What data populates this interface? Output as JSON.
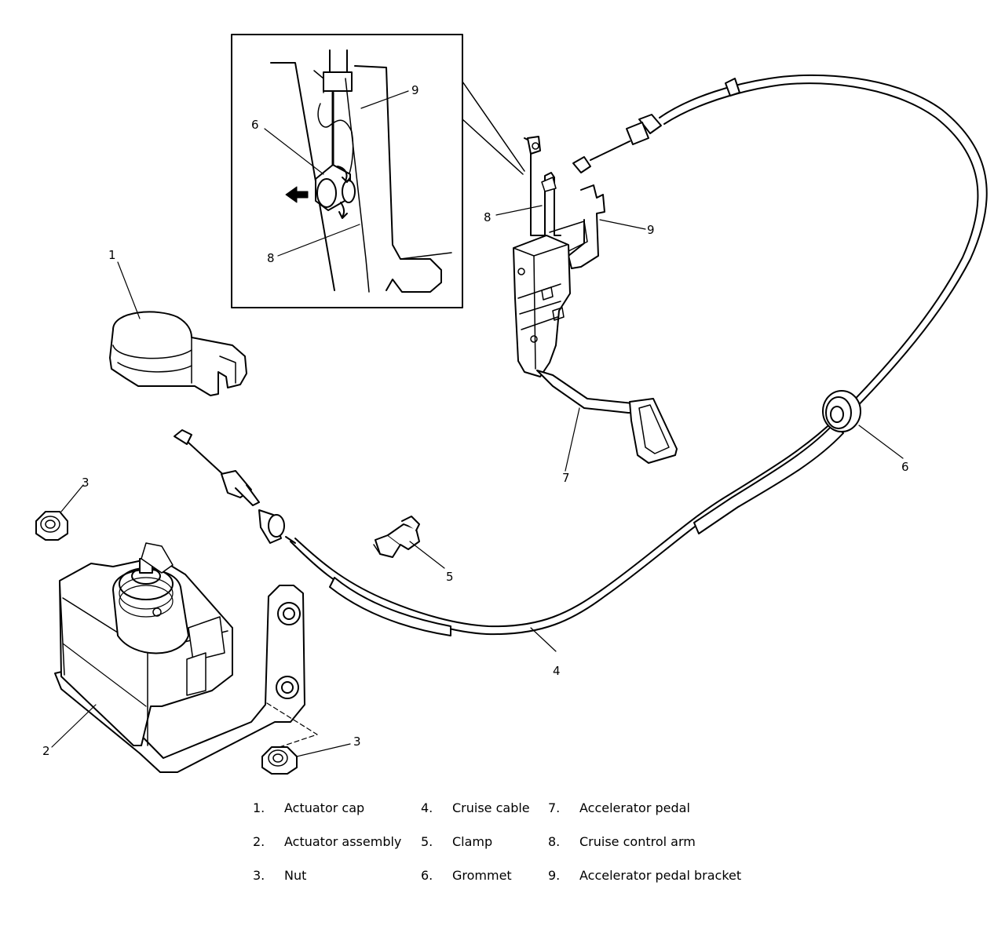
{
  "callouts": {
    "c1": "1",
    "c2": "2",
    "c3a": "3",
    "c3b": "3",
    "c4": "4",
    "c5": "5",
    "c6": "6",
    "c7": "7",
    "c8": "8",
    "c9": "9",
    "inset6": "6",
    "inset8": "8",
    "inset9": "9"
  },
  "legend": [
    {
      "num": "1.",
      "label": "Actuator cap"
    },
    {
      "num": "2.",
      "label": "Actuator assembly"
    },
    {
      "num": "3.",
      "label": "Nut"
    },
    {
      "num": "4.",
      "label": "Cruise cable"
    },
    {
      "num": "5.",
      "label": "Clamp"
    },
    {
      "num": "6.",
      "label": "Grommet"
    },
    {
      "num": "7.",
      "label": "Accelerator pedal"
    },
    {
      "num": "8.",
      "label": "Cruise control arm"
    },
    {
      "num": "9.",
      "label": "Accelerator pedal bracket"
    }
  ]
}
